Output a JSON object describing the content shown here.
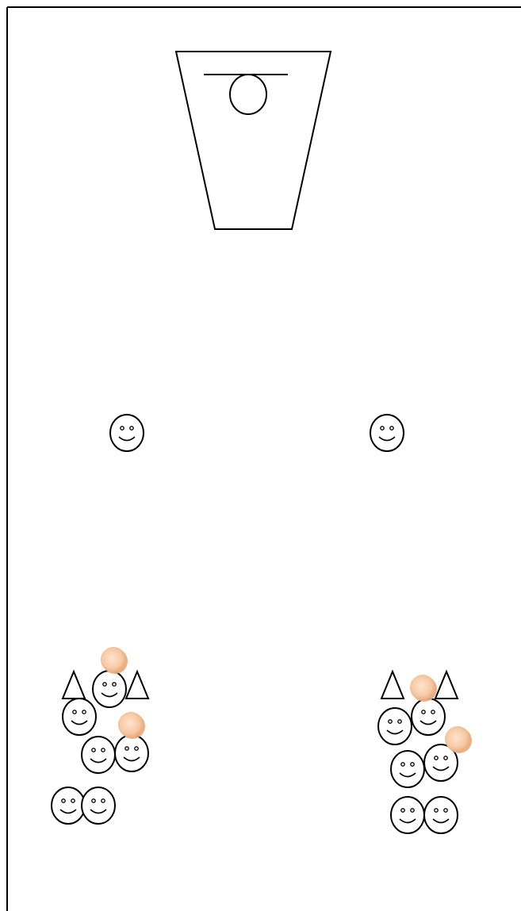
{
  "diagram": {
    "type": "basketball-drill",
    "court_half": true,
    "players": [
      {
        "group": "wing-left"
      },
      {
        "group": "wing-right"
      },
      {
        "group": "line-left"
      },
      {
        "group": "line-left"
      },
      {
        "group": "line-left"
      },
      {
        "group": "line-left"
      },
      {
        "group": "line-left"
      },
      {
        "group": "line-left"
      },
      {
        "group": "line-right"
      },
      {
        "group": "line-right"
      },
      {
        "group": "line-right"
      },
      {
        "group": "line-right"
      },
      {
        "group": "line-right"
      },
      {
        "group": "line-right"
      }
    ],
    "cones": [
      {
        "group": "line-left"
      },
      {
        "group": "line-left"
      },
      {
        "group": "line-right"
      },
      {
        "group": "line-right"
      }
    ],
    "balls": [
      {
        "group": "line-left"
      },
      {
        "group": "line-left"
      },
      {
        "group": "line-right"
      },
      {
        "group": "line-right"
      }
    ],
    "colors": {
      "line": "#000000",
      "ball_fill": "#f8d2b2",
      "ball_shade": "#e8a878",
      "background": "#ffffff"
    }
  }
}
